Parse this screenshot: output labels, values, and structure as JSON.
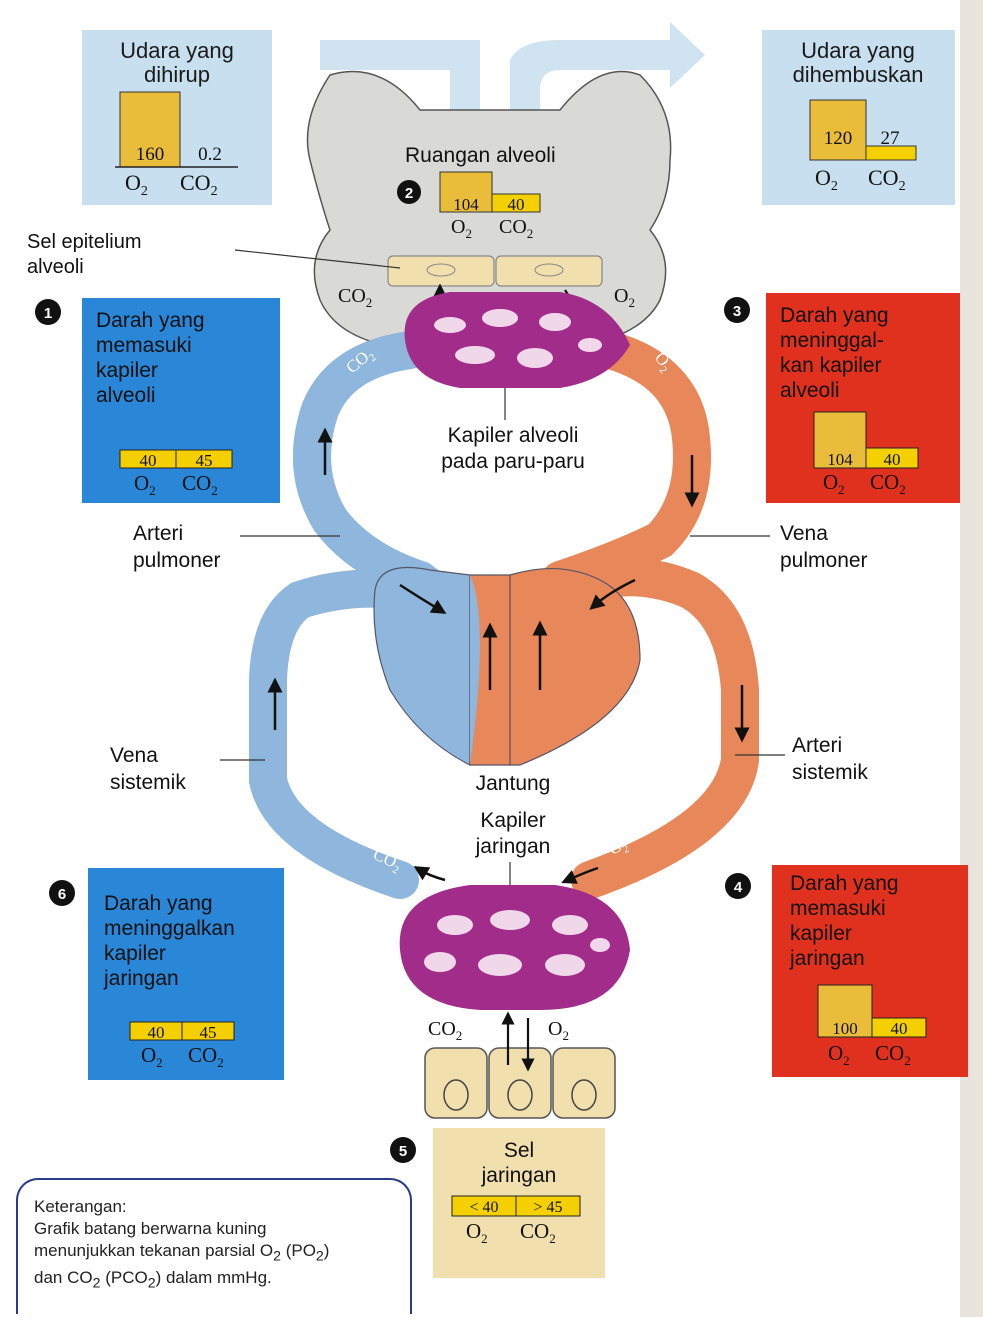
{
  "inhaled": {
    "title1": "Udara yang",
    "title2": "dihirup",
    "o2": "160",
    "co2": "0.2",
    "o2_value": 160,
    "co2_value": 0.2
  },
  "exhaled": {
    "title1": "Udara yang",
    "title2": "dihembuskan",
    "o2": "120",
    "co2": "27",
    "o2_value": 120,
    "co2_value": 27
  },
  "alveolar_space": {
    "number": "2",
    "title": "Ruangan alveoli",
    "o2": "104",
    "co2": "40",
    "o2_value": 104,
    "co2_value": 40
  },
  "epithelium_label": {
    "line1": "Sel epitelium",
    "line2": "alveoli"
  },
  "box1": {
    "number": "1",
    "lines": [
      "Darah yang",
      "memasuki",
      "kapiler",
      "alveoli"
    ],
    "o2": "40",
    "co2": "45",
    "o2_value": 40,
    "co2_value": 45
  },
  "box3": {
    "number": "3",
    "lines": [
      "Darah yang",
      "meninggal-",
      "kan kapiler",
      "alveoli"
    ],
    "o2": "104",
    "co2": "40",
    "o2_value": 104,
    "co2_value": 40
  },
  "box4": {
    "number": "4",
    "lines": [
      "Darah yang",
      "memasuki",
      "kapiler",
      "jaringan"
    ],
    "o2": "100",
    "co2": "40",
    "o2_value": 100,
    "co2_value": 40
  },
  "box5": {
    "number": "5",
    "lines": [
      "Sel",
      "jaringan"
    ],
    "o2": "< 40",
    "co2": "> 45"
  },
  "box6": {
    "number": "6",
    "lines": [
      "Darah yang",
      "meninggalkan",
      "kapiler",
      "jaringan"
    ],
    "o2": "40",
    "co2": "45",
    "o2_value": 40,
    "co2_value": 45
  },
  "gas_labels": {
    "o2": "O",
    "co2": "CO",
    "sub": "2"
  },
  "labels": {
    "alveolar_capillary": [
      "Kapiler alveoli",
      "pada paru-paru"
    ],
    "pulmonary_artery": [
      "Arteri",
      "pulmoner"
    ],
    "pulmonary_vein": [
      "Vena",
      "pulmoner"
    ],
    "systemic_vein": [
      "Vena",
      "sistemik"
    ],
    "systemic_artery": [
      "Arteri",
      "sistemik"
    ],
    "heart": "Jantung",
    "tissue_capillary": [
      "Kapiler",
      "jaringan"
    ]
  },
  "legend": {
    "title": "Keterangan:",
    "line1": "Grafik batang berwarna kuning",
    "line2_pre": "menunjukkan tekanan parsial O",
    "line2_mid": " (PO",
    "line2_post": ")",
    "line3_pre": "dan CO",
    "line3_mid": " (PCO",
    "line3_post": ") dalam mmHg.",
    "sub": "2"
  },
  "colors": {
    "blue_box": "#2a86d6",
    "red_box": "#e0301e",
    "light_blue": "#c8dfef",
    "bar_yellow": "#f5d000",
    "bar_gold": "#e9bc3a",
    "capillary_purple": "#a12c8a",
    "vein_blue": "#8fb6dc",
    "artery_orange": "#e8875a",
    "cell_beige": "#f2dfae"
  }
}
